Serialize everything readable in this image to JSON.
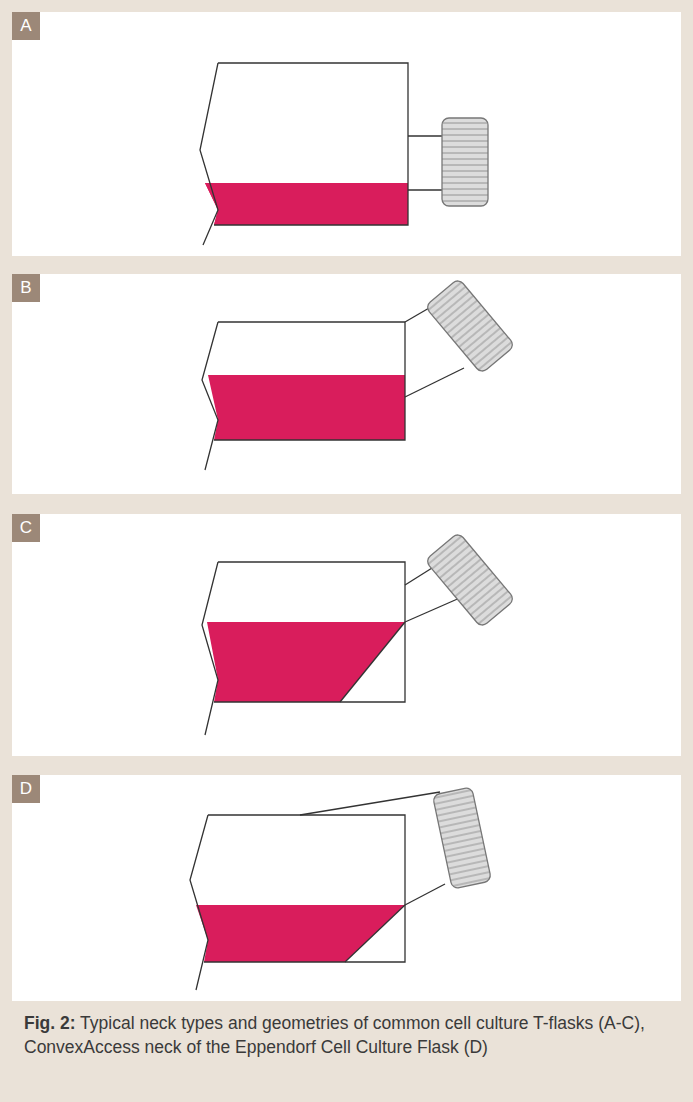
{
  "diagram": {
    "caption": "Fig. 2: Typical neck types and geometries of common cell culture T-flasks (A-C), ConvexAccess neck of the Eppendorf Cell Culture Flask (D)",
    "labels": [
      "A",
      "B",
      "C",
      "D"
    ]
  }
}
